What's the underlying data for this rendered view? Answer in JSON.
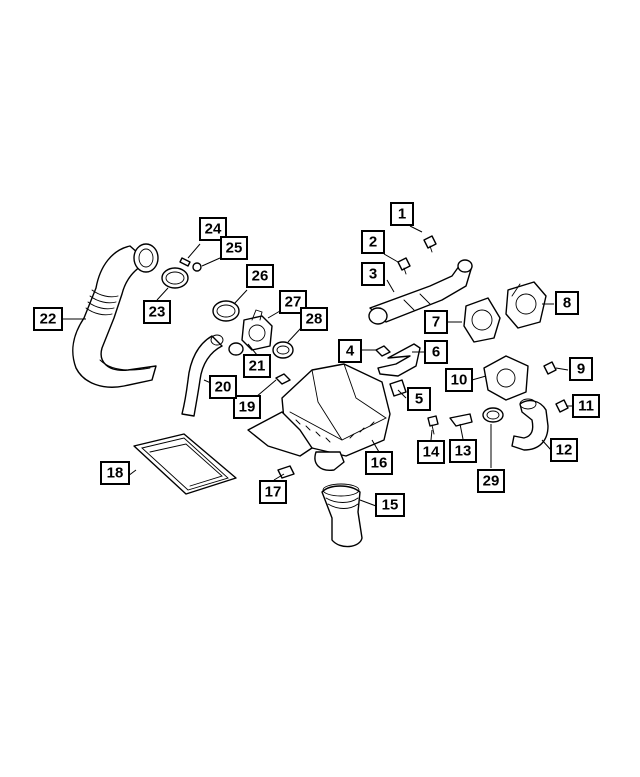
{
  "callouts": [
    {
      "id": "c1",
      "label": "1"
    },
    {
      "id": "c2",
      "label": "2"
    },
    {
      "id": "c3",
      "label": "3"
    },
    {
      "id": "c4",
      "label": "4"
    },
    {
      "id": "c5",
      "label": "5"
    },
    {
      "id": "c6",
      "label": "6"
    },
    {
      "id": "c7",
      "label": "7"
    },
    {
      "id": "c8",
      "label": "8"
    },
    {
      "id": "c9",
      "label": "9"
    },
    {
      "id": "c10",
      "label": "10"
    },
    {
      "id": "c11",
      "label": "11"
    },
    {
      "id": "c12",
      "label": "12"
    },
    {
      "id": "c13",
      "label": "13"
    },
    {
      "id": "c14",
      "label": "14"
    },
    {
      "id": "c15",
      "label": "15"
    },
    {
      "id": "c16",
      "label": "16"
    },
    {
      "id": "c17",
      "label": "17"
    },
    {
      "id": "c18",
      "label": "18"
    },
    {
      "id": "c19",
      "label": "19"
    },
    {
      "id": "c20",
      "label": "20"
    },
    {
      "id": "c21",
      "label": "21"
    },
    {
      "id": "c22",
      "label": "22"
    },
    {
      "id": "c23",
      "label": "23"
    },
    {
      "id": "c24",
      "label": "24"
    },
    {
      "id": "c25",
      "label": "25"
    },
    {
      "id": "c26",
      "label": "26"
    },
    {
      "id": "c27",
      "label": "27"
    },
    {
      "id": "c28",
      "label": "28"
    },
    {
      "id": "c29",
      "label": "29"
    }
  ],
  "colors": {
    "ink": "#000000",
    "background": "#ffffff"
  }
}
